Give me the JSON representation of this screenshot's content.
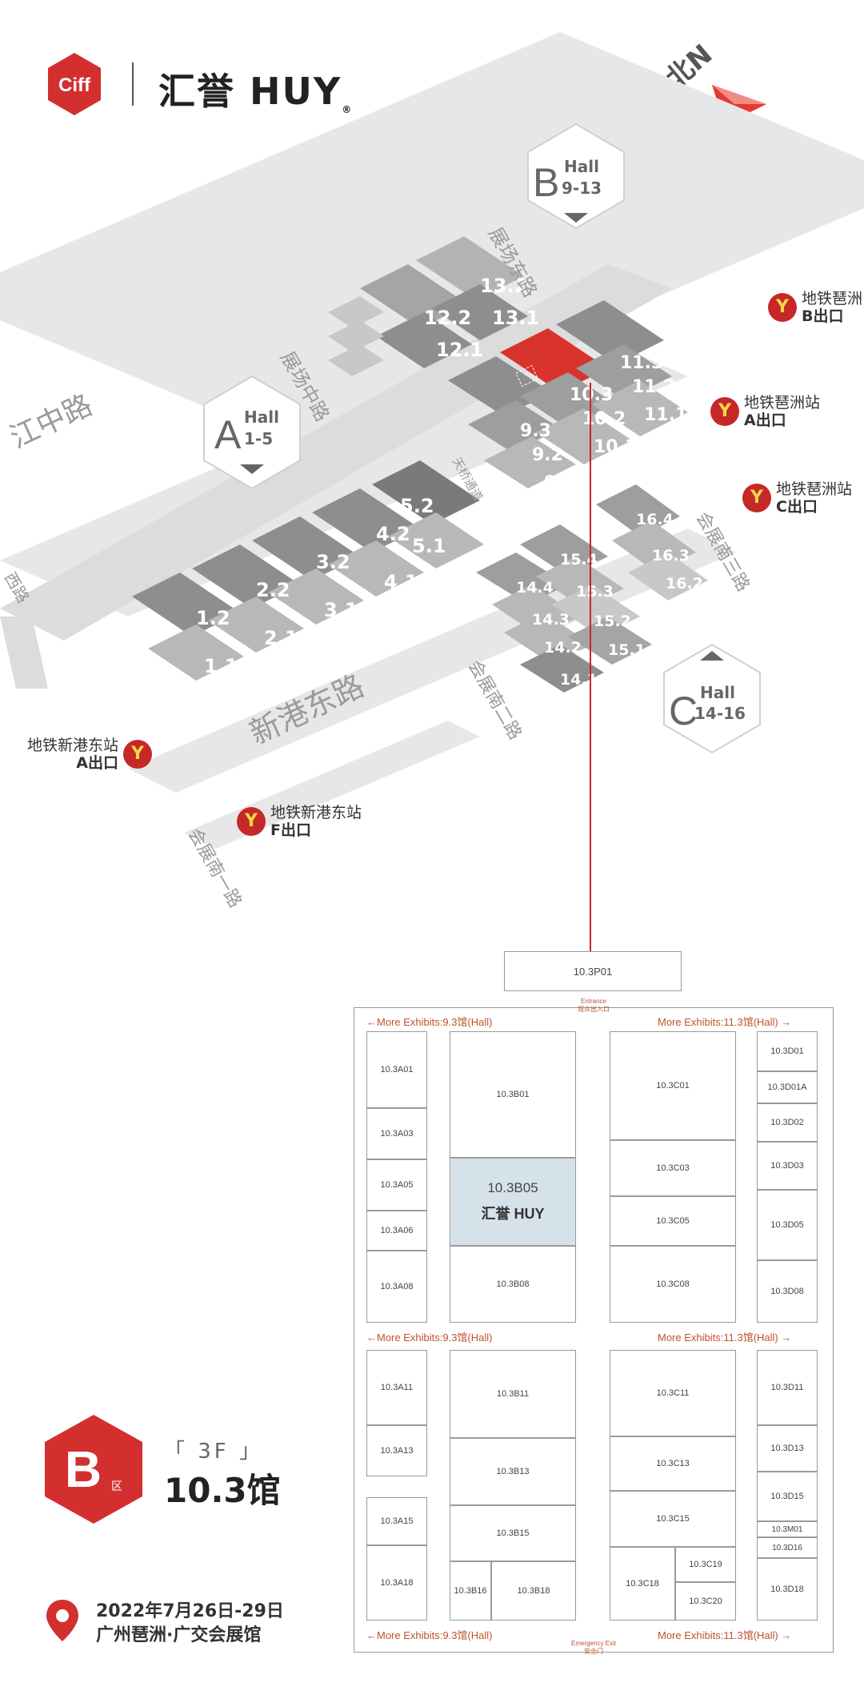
{
  "brand": {
    "ciff_logo": "Ciff",
    "huy_logo": "汇誉 HUY",
    "registered_mark": "®"
  },
  "north": {
    "label": "北N",
    "icon": "north-arrow-icon"
  },
  "halls": {
    "a": {
      "letter": "A",
      "title": "Hall",
      "range": "1-5"
    },
    "b": {
      "letter": "B",
      "title": "Hall",
      "range": "9-13"
    },
    "c": {
      "letter": "C",
      "title": "Hall",
      "range": "14-16"
    }
  },
  "hall_numbers": {
    "row_a_top": [
      "1.2",
      "2.2",
      "3.2",
      "4.2",
      "5.2"
    ],
    "row_a_bottom": [
      "1.1",
      "2.1",
      "3.1",
      "4.1",
      "5.1"
    ],
    "b_upper": [
      "12.2",
      "13.2",
      "12.1",
      "13.1"
    ],
    "b_main": [
      "9.3",
      "10.3",
      "11.3",
      "9.2",
      "10.2",
      "11.2",
      "9.1",
      "10.1",
      "11.1"
    ],
    "c_halls": [
      "15.4",
      "16.4",
      "14.4",
      "15.3",
      "16.3",
      "14.3",
      "15.2",
      "16.2",
      "14.2",
      "15.1",
      "14.1"
    ]
  },
  "streets": {
    "yuejiang": "江中路",
    "zhanchang_zhong": "展场中路",
    "zhanchang_dong": "展场东路",
    "xingang_dong": "新港东路",
    "huizhan_nan3": "会展南三路",
    "huizhan_nan2": "会展南二路",
    "huizhan_nan1": "会展南一路",
    "tianqiao": "天桥通道",
    "west": "西路"
  },
  "metro_exits": [
    {
      "station": "地铁琶洲",
      "exit": "B出口"
    },
    {
      "station": "地铁琶洲站",
      "exit": "A出口"
    },
    {
      "station": "地铁琶洲站",
      "exit": "C出口"
    },
    {
      "station": "地铁新港东站",
      "exit": "A出口"
    },
    {
      "station": "地铁新港东站",
      "exit": "F出口"
    }
  ],
  "floor_plan": {
    "top_booth": "10.3P01",
    "entrance_en": "Entrance",
    "entrance_cn": "观众出入口",
    "emergency_en": "Emergency Exit",
    "emergency_cn": "安全门",
    "more_left": "←More Exhibits:9.3馆(Hall)",
    "more_right": "More Exhibits:11.3馆(Hall) →",
    "col_a": [
      "10.3A01",
      "10.3A03",
      "10.3A05",
      "10.3A06",
      "10.3A08",
      "10.3A11",
      "10.3A13",
      "10.3A15",
      "10.3A18"
    ],
    "col_b": [
      "10.3B01",
      "10.3B05",
      "10.3B08",
      "10.3B11",
      "10.3B13",
      "10.3B15",
      "10.3B16",
      "10.3B18"
    ],
    "col_c": [
      "10.3C01",
      "10.3C03",
      "10.3C05",
      "10.3C08",
      "10.3C11",
      "10.3C13",
      "10.3C15",
      "10.3C18",
      "10.3C19",
      "10.3C20"
    ],
    "col_d": [
      "10.3D01",
      "10.3D01A",
      "10.3D02",
      "10.3D03",
      "10.3D05",
      "10.3D08",
      "10.3D11",
      "10.3D13",
      "10.3D15",
      "10.3M01",
      "10.3D16",
      "10.3D18"
    ],
    "highlight_brand": "汇誉 HUY"
  },
  "zone": {
    "letter": "B",
    "suffix": "区",
    "floor": "「 3F 」",
    "hall": "10.3馆"
  },
  "event": {
    "date": "2022年7月26日-29日",
    "venue": "广州琶洲·广交会展馆"
  },
  "colors": {
    "brand_red": "#d32f2f",
    "highlight_hall": "#d9342b",
    "hall_dark": "#8e8e8e",
    "hall_light": "#b8b8b8",
    "road": "#e4e4e4",
    "booth_highlight": "#d6e2ea",
    "accent_orange": "#c0522e"
  }
}
